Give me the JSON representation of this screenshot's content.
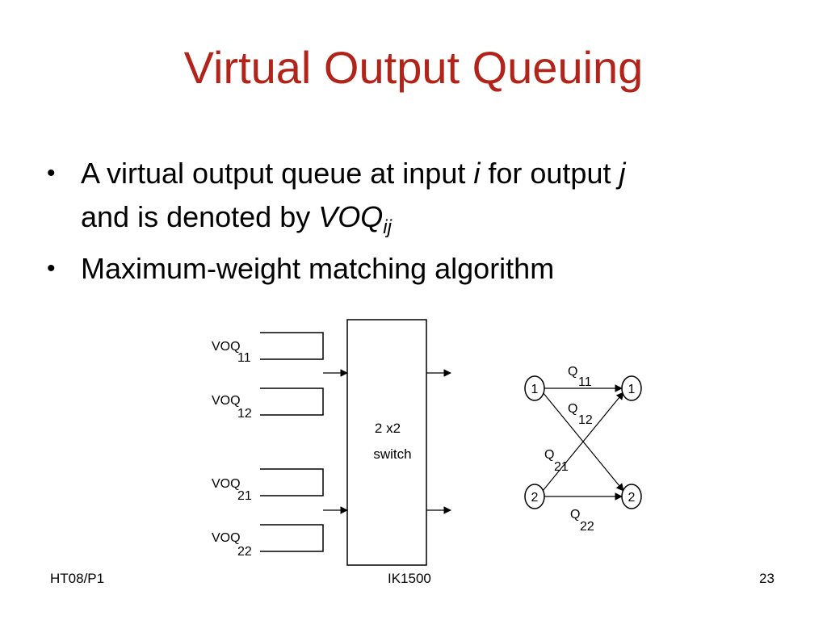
{
  "slide": {
    "title": "Virtual Output Queuing",
    "title_color": "#b22419",
    "bullets": [
      {
        "text_a": "A virtual output queue at input ",
        "var_i": "i",
        "text_b": " for output ",
        "var_j": "j",
        "text_c": "and is denoted by ",
        "voq": "VOQ",
        "voq_sub": "ij"
      },
      {
        "text": "Maximum-weight matching algorithm"
      }
    ],
    "bullet_glyph": "•"
  },
  "diagram": {
    "queues": [
      {
        "label": "VOQ",
        "sub": "11"
      },
      {
        "label": "VOQ",
        "sub": "12"
      },
      {
        "label": "VOQ",
        "sub": "21"
      },
      {
        "label": "VOQ",
        "sub": "22"
      }
    ],
    "switch_line1": "2 x2",
    "switch_line2": "switch"
  },
  "graph": {
    "nodes": [
      "1",
      "1",
      "2",
      "2"
    ],
    "edges": [
      {
        "label": "Q",
        "sub": "11"
      },
      {
        "label": "Q",
        "sub": "12"
      },
      {
        "label": "Q",
        "sub": "21"
      },
      {
        "label": "Q",
        "sub": "22"
      }
    ]
  },
  "footer": {
    "left": "HT08/P1",
    "center": "IK1500",
    "right": "23"
  }
}
